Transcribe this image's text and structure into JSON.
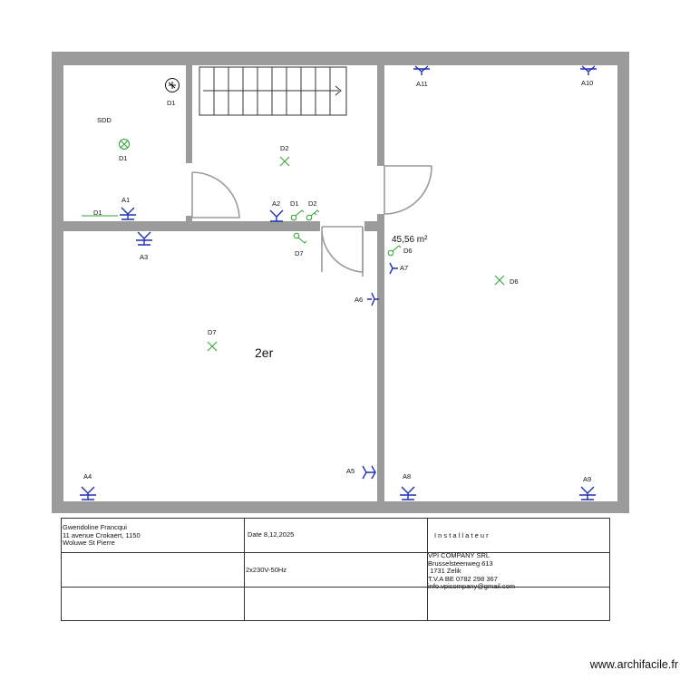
{
  "rooms": {
    "sdd": "SDD",
    "main": "2er",
    "area": "45,56 m²"
  },
  "labels": {
    "D1_top": "D1",
    "D1_sdd": "D1",
    "D1_line": "D1",
    "A1": "A1",
    "A3": "A3",
    "A2": "A2",
    "D1_switch": "D1",
    "D2_switch": "D2",
    "D2_hall": "D2",
    "D7_switch": "D7",
    "D7_room": "D7",
    "D6_switch": "D6",
    "D6_room": "D6",
    "A7": "A7",
    "A6": "A6",
    "A5": "A5",
    "A4": "A4",
    "A8": "A8",
    "A9": "A9",
    "A10": "A10",
    "A11": "A11"
  },
  "titleblock": {
    "client": "Gwendoline Francqui\n11 avenue Crokaert, 1150\nWoluwe St Pierre",
    "date": "Date 8,12,2025",
    "installer_heading": "I n s t a l l a t e u r",
    "supply": "2x230V-50Hz",
    "company": "VPI COMPANY SRL\nBrusselsteenweg 613\n 1731 Zelik\nT.V.A BE 0782 298 367\ninfo.vpicompany@gmail.com"
  },
  "watermark": "www.archifacile.fr",
  "colors": {
    "wall": "#9b9b9b",
    "socket": "#1f2fb8",
    "light": "#2ea02e",
    "line": "#111111"
  }
}
